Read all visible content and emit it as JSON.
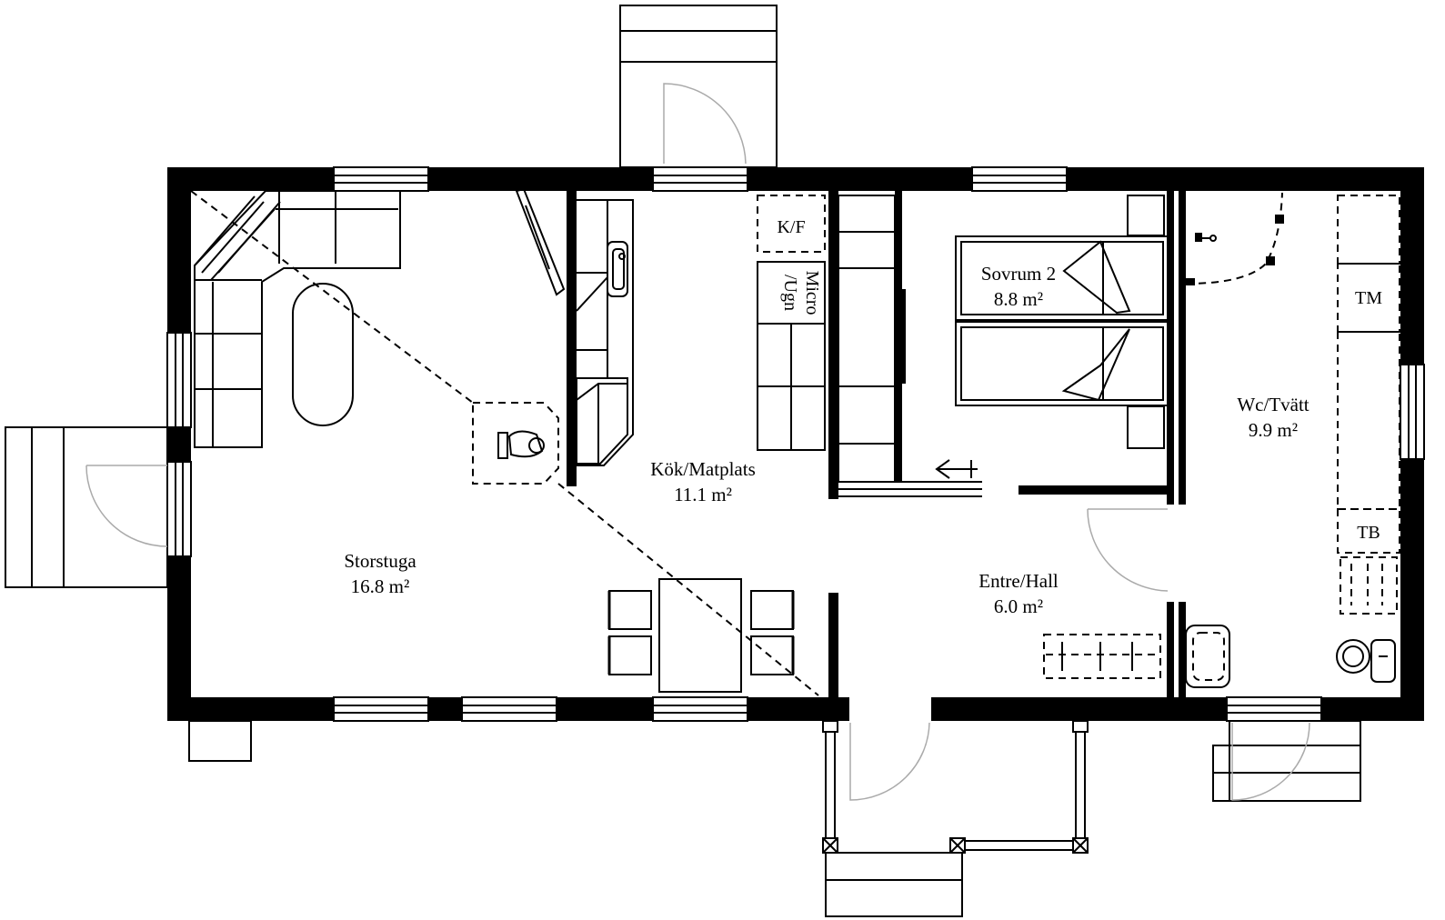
{
  "rooms": {
    "storstuga": {
      "name": "Storstuga",
      "area": "16.8 m²"
    },
    "kok": {
      "name": "Kök/Matplats",
      "area": "11.1 m²"
    },
    "sovrum": {
      "name": "Sovrum 2",
      "area": "8.8 m²"
    },
    "wc": {
      "name": "Wc/Tvätt",
      "area": "9.9 m²"
    },
    "entre": {
      "name": "Entre/Hall",
      "area": "6.0 m²"
    }
  },
  "fixtures": {
    "kf": "K/F",
    "micro_line1": "Micro",
    "micro_line2": "/Ugn",
    "tm": "TM",
    "tb": "TB"
  }
}
